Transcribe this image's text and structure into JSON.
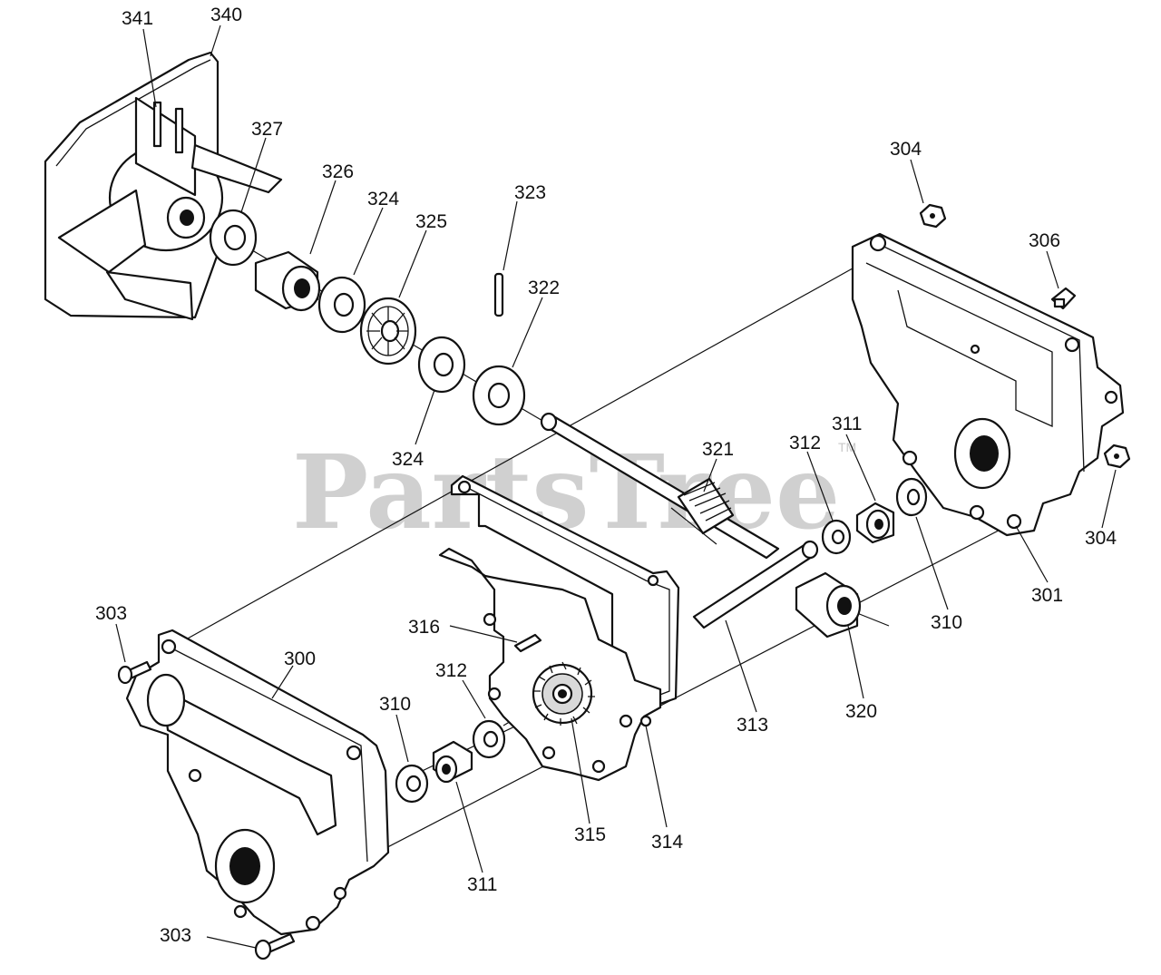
{
  "watermark": {
    "text": "PartsTree",
    "trademark": "TM"
  },
  "callouts": [
    {
      "id": "341",
      "text": "341"
    },
    {
      "id": "340",
      "text": "340"
    },
    {
      "id": "327",
      "text": "327"
    },
    {
      "id": "326",
      "text": "326"
    },
    {
      "id": "324a",
      "text": "324"
    },
    {
      "id": "325",
      "text": "325"
    },
    {
      "id": "323",
      "text": "323"
    },
    {
      "id": "322",
      "text": "322"
    },
    {
      "id": "324b",
      "text": "324"
    },
    {
      "id": "304a",
      "text": "304"
    },
    {
      "id": "306",
      "text": "306"
    },
    {
      "id": "304b",
      "text": "304"
    },
    {
      "id": "321",
      "text": "321"
    },
    {
      "id": "312a",
      "text": "312"
    },
    {
      "id": "311a",
      "text": "311"
    },
    {
      "id": "310a",
      "text": "310"
    },
    {
      "id": "301",
      "text": "301"
    },
    {
      "id": "320",
      "text": "320"
    },
    {
      "id": "313",
      "text": "313"
    },
    {
      "id": "303a",
      "text": "303"
    },
    {
      "id": "300",
      "text": "300"
    },
    {
      "id": "316",
      "text": "316"
    },
    {
      "id": "312b",
      "text": "312"
    },
    {
      "id": "310b",
      "text": "310"
    },
    {
      "id": "315",
      "text": "315"
    },
    {
      "id": "314",
      "text": "314"
    },
    {
      "id": "311b",
      "text": "311"
    },
    {
      "id": "303b",
      "text": "303"
    }
  ]
}
